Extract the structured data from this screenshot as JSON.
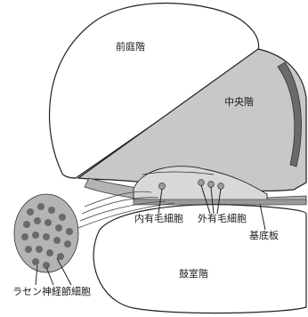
{
  "labels": {
    "scala_vestibuli": "前庭階",
    "scala_media": "中央階",
    "inner_hair_cell": "内有毛細胞",
    "outer_hair_cell": "外有毛細胞",
    "basilar_membrane": "基底板",
    "scala_tympani": "鼓室階",
    "spiral_ganglion": "ラセン神経節細胞"
  },
  "colors": {
    "outline": "#222222",
    "chamber_fill": "#ffffff",
    "duct_fill": "#c8c8c8",
    "stria_fill": "#6a6a6a",
    "cell_fill": "#9a9a9a"
  }
}
